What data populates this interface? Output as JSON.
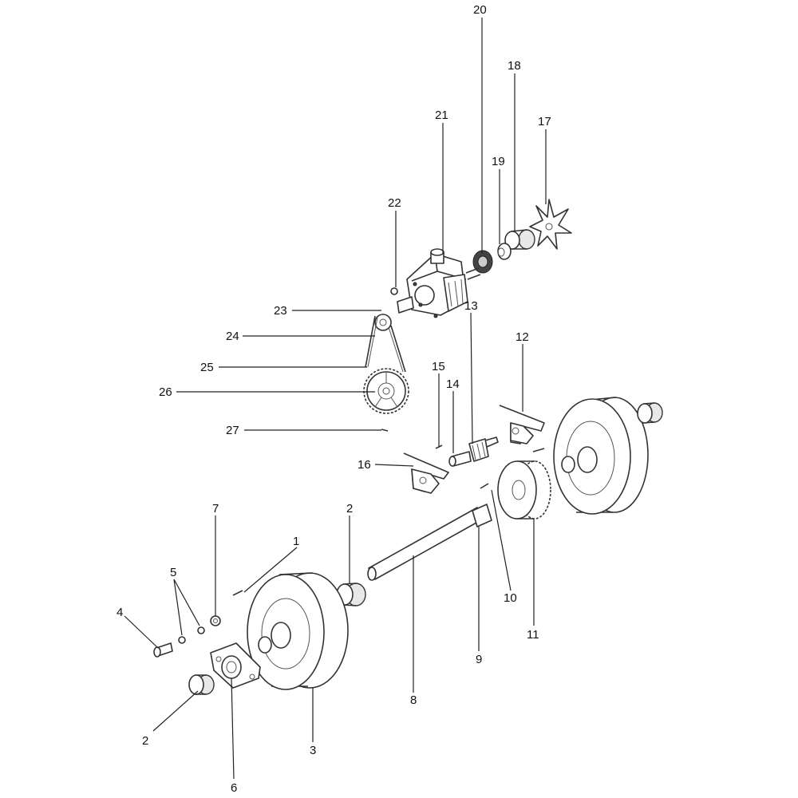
{
  "colors": {
    "line": "#333333",
    "label": "#111111",
    "background": "#ffffff",
    "shade": "#e8e8e8"
  },
  "labels": {
    "p1": "1",
    "p2a": "2",
    "p2b": "2",
    "p3": "3",
    "p4": "4",
    "p5": "5",
    "p6": "6",
    "p7": "7",
    "p8": "8",
    "p9": "9",
    "p10": "10",
    "p11": "11",
    "p12": "12",
    "p13": "13",
    "p14": "14",
    "p15": "15",
    "p16": "16",
    "p17": "17",
    "p18": "18",
    "p19": "19",
    "p20": "20",
    "p21": "21",
    "p22": "22",
    "p23": "23",
    "p24": "24",
    "p25": "25",
    "p26": "26",
    "p27": "27"
  }
}
